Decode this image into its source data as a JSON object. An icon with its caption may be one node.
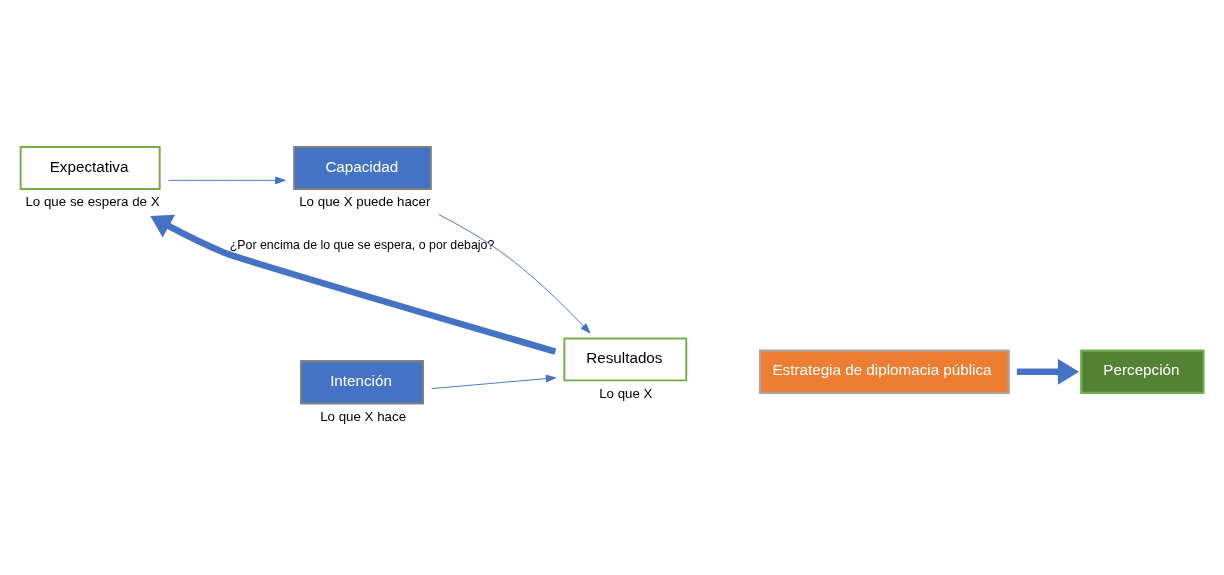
{
  "diagram": {
    "nodes": [
      {
        "text": [
          "Expectativa"
        ],
        "beside": [
          "Lo que se espera de X"
        ]
      },
      {
        "text": [
          "Intención"
        ],
        "beside": [
          "Lo que X hace"
        ]
      },
      {
        "text": [
          "Capacidad"
        ],
        "beside": [
          "Lo que X puede hacer"
        ]
      },
      {
        "text": [
          "Resultados"
        ],
        "beside": [
          "Lo que X"
        ]
      },
      {
        "text": [
          "Estrategia de diplomacia pública"
        ]
      },
      {
        "text": [
          "Percepción"
        ]
      }
    ],
    "edges": [
      {
        "from": 0,
        "to": 2,
        "arrow": "to"
      },
      {
        "from": 1,
        "to": 3,
        "arrow": "to"
      },
      {
        "from": 2,
        "to": 3,
        "arrow": "to"
      },
      {
        "from": 4,
        "to": 5,
        "arrow": "to",
        "style": "thick"
      },
      {
        "from": 3,
        "to": 0,
        "arrow": "to",
        "style": "thick",
        "label": "¿Por encima de lo que se espera, o por debajo?"
      }
    ]
  }
}
